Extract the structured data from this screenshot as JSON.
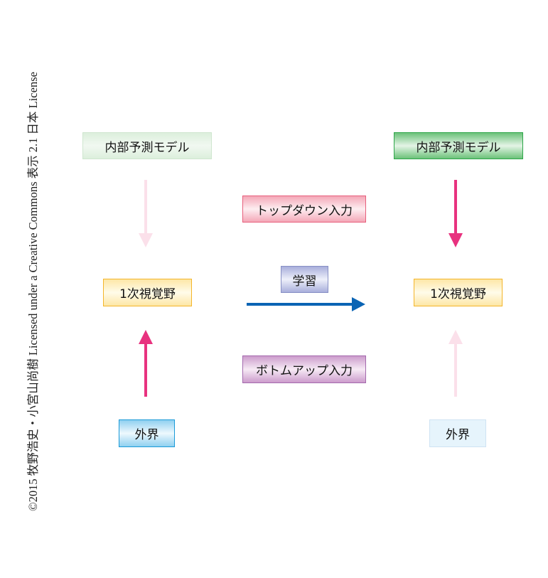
{
  "credit": "©2015 牧野浩史・小宮山尚樹 Licensed under a Creative Commons 表示 2.1 日本 License",
  "left": {
    "model": "内部予測モデル",
    "v1": "1次視覚野",
    "world": "外界"
  },
  "right": {
    "model": "内部予測モデル",
    "v1": "1次視覚野",
    "world": "外界"
  },
  "center": {
    "topdown": "トップダウン入力",
    "learning": "学習",
    "bottomup": "ボトムアップ入力"
  },
  "colors": {
    "pink": "#e8327f",
    "pale_pink": "#fbe0ea",
    "blue": "#0a64b4"
  }
}
